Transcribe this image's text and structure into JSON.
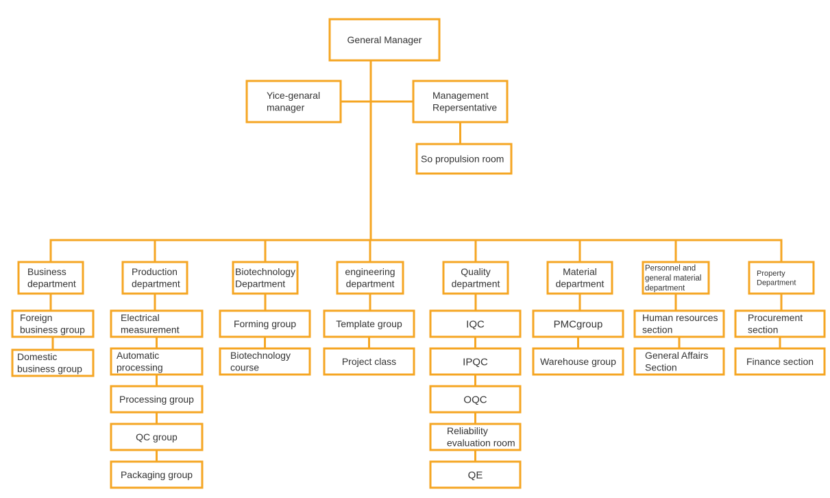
{
  "colors": {
    "border": "#f5a623",
    "line": "#f5a623",
    "text": "#333333",
    "background": "#ffffff"
  },
  "nodes": [
    {
      "id": "gm",
      "lines": [
        "General Manager"
      ]
    },
    {
      "id": "vgm",
      "lines": [
        "Yice-genaral",
        "manager"
      ]
    },
    {
      "id": "mr",
      "lines": [
        "Management",
        "Repersentative"
      ]
    },
    {
      "id": "spr",
      "lines": [
        "So propulsion room"
      ]
    },
    {
      "id": "bd",
      "lines": [
        "Business",
        "department"
      ]
    },
    {
      "id": "pd",
      "lines": [
        "Production",
        "department"
      ]
    },
    {
      "id": "btd",
      "lines": [
        "Biotechnology",
        "Department"
      ]
    },
    {
      "id": "ed",
      "lines": [
        "engineering",
        "department"
      ]
    },
    {
      "id": "qd",
      "lines": [
        "Quality",
        "department"
      ]
    },
    {
      "id": "md",
      "lines": [
        "Material",
        "department"
      ]
    },
    {
      "id": "pgm",
      "lines": [
        "Personnel and",
        "general material",
        "department"
      ]
    },
    {
      "id": "prd",
      "lines": [
        "Property",
        "Department"
      ]
    },
    {
      "id": "fbg",
      "lines": [
        "Foreign",
        "business group"
      ]
    },
    {
      "id": "dbg",
      "lines": [
        "Domestic",
        "business group"
      ]
    },
    {
      "id": "em",
      "lines": [
        "Electrical",
        "measurement"
      ]
    },
    {
      "id": "ap",
      "lines": [
        "Automatic",
        "processing"
      ]
    },
    {
      "id": "pg",
      "lines": [
        "Processing group"
      ]
    },
    {
      "id": "qcg",
      "lines": [
        "QC group"
      ]
    },
    {
      "id": "pkg",
      "lines": [
        "Packaging group"
      ]
    },
    {
      "id": "fg",
      "lines": [
        "Forming group"
      ]
    },
    {
      "id": "btc",
      "lines": [
        "Biotechnology",
        "course"
      ]
    },
    {
      "id": "tg",
      "lines": [
        "Template group"
      ]
    },
    {
      "id": "pc",
      "lines": [
        "Project class"
      ]
    },
    {
      "id": "iqc",
      "lines": [
        "IQC"
      ]
    },
    {
      "id": "ipqc",
      "lines": [
        "IPQC"
      ]
    },
    {
      "id": "oqc",
      "lines": [
        "OQC"
      ]
    },
    {
      "id": "rer",
      "lines": [
        "Reliability",
        "evaluation room"
      ]
    },
    {
      "id": "qe",
      "lines": [
        "QE"
      ]
    },
    {
      "id": "pmc",
      "lines": [
        "PMCgroup"
      ]
    },
    {
      "id": "wg",
      "lines": [
        "Warehouse group"
      ]
    },
    {
      "id": "hrs",
      "lines": [
        "Human resources",
        "section"
      ]
    },
    {
      "id": "gas",
      "lines": [
        "General Affairs",
        "Section"
      ]
    },
    {
      "id": "ps",
      "lines": [
        "Procurement",
        "section"
      ]
    },
    {
      "id": "fs",
      "lines": [
        "Finance section"
      ]
    }
  ],
  "edges": [
    [
      "gm",
      "vgm"
    ],
    [
      "gm",
      "mr"
    ],
    [
      "mr",
      "spr"
    ],
    [
      "gm",
      "bd"
    ],
    [
      "gm",
      "pd"
    ],
    [
      "gm",
      "btd"
    ],
    [
      "gm",
      "ed"
    ],
    [
      "gm",
      "qd"
    ],
    [
      "gm",
      "md"
    ],
    [
      "gm",
      "pgm"
    ],
    [
      "gm",
      "prd"
    ],
    [
      "bd",
      "fbg"
    ],
    [
      "fbg",
      "dbg"
    ],
    [
      "pd",
      "em"
    ],
    [
      "em",
      "ap"
    ],
    [
      "ap",
      "pg"
    ],
    [
      "pg",
      "qcg"
    ],
    [
      "qcg",
      "pkg"
    ],
    [
      "btd",
      "fg"
    ],
    [
      "fg",
      "btc"
    ],
    [
      "ed",
      "tg"
    ],
    [
      "tg",
      "pc"
    ],
    [
      "qd",
      "iqc"
    ],
    [
      "iqc",
      "ipqc"
    ],
    [
      "ipqc",
      "oqc"
    ],
    [
      "oqc",
      "rer"
    ],
    [
      "rer",
      "qe"
    ],
    [
      "md",
      "pmc"
    ],
    [
      "pmc",
      "wg"
    ],
    [
      "pgm",
      "hrs"
    ],
    [
      "hrs",
      "gas"
    ],
    [
      "prd",
      "ps"
    ],
    [
      "ps",
      "fs"
    ]
  ]
}
